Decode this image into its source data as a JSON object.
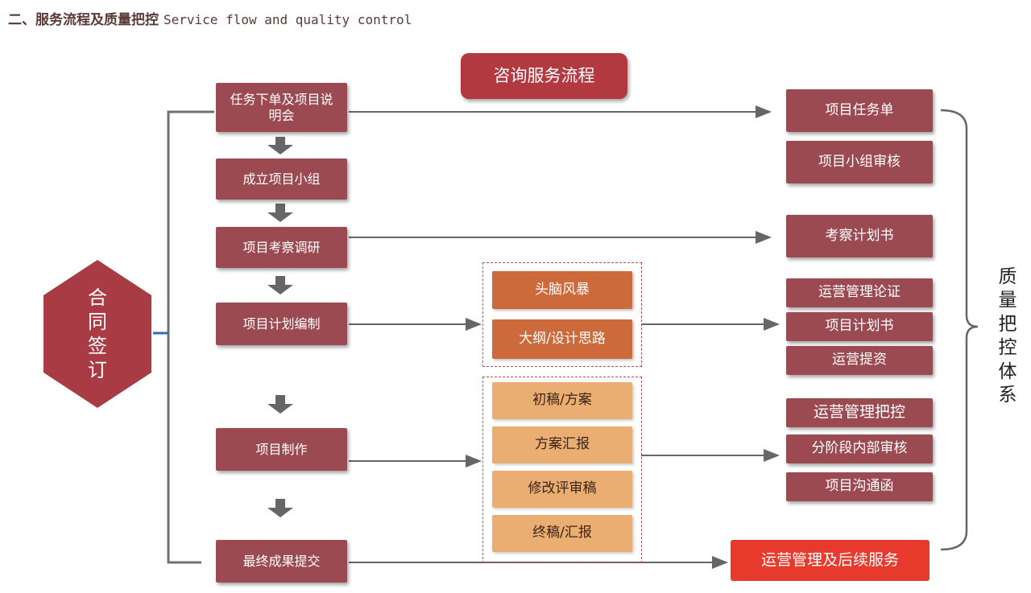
{
  "header": {
    "title_cn": "二、服务流程及质量把控",
    "title_en": "Service flow and quality control"
  },
  "diagram": {
    "flow_title": "咨询服务流程",
    "start_node": "合同签订",
    "steps": [
      "任务下单及项目说明会",
      "成立项目小组",
      "项目考察调研",
      "项目计划编制",
      "项目制作",
      "最终成果提交"
    ],
    "plan_activities": [
      "头脑风暴",
      "大纲/设计思路"
    ],
    "production_activities": [
      "初稿/方案",
      "方案汇报",
      "修改评审稿",
      "终稿/汇报"
    ],
    "quality_items": [
      "项目任务单",
      "项目小组审核",
      "考察计划书",
      "运营管理论证",
      "项目计划书",
      "运营提资",
      "运营管理把控",
      "分阶段内部审核",
      "项目沟通函"
    ],
    "final_service": "运营管理及后续服务",
    "quality_system_label": "质量把控体系"
  },
  "colors": {
    "step_fill": "#9b4a52",
    "hexagon_fill": "#a83b44",
    "flow_title_fill": "#b2393f",
    "orange_fill": "#cc6a3c",
    "tan_fill": "#ebae72",
    "final_service_fill": "#e8392d",
    "connector": "#666666",
    "left_bracket": "#2f6fb0"
  }
}
